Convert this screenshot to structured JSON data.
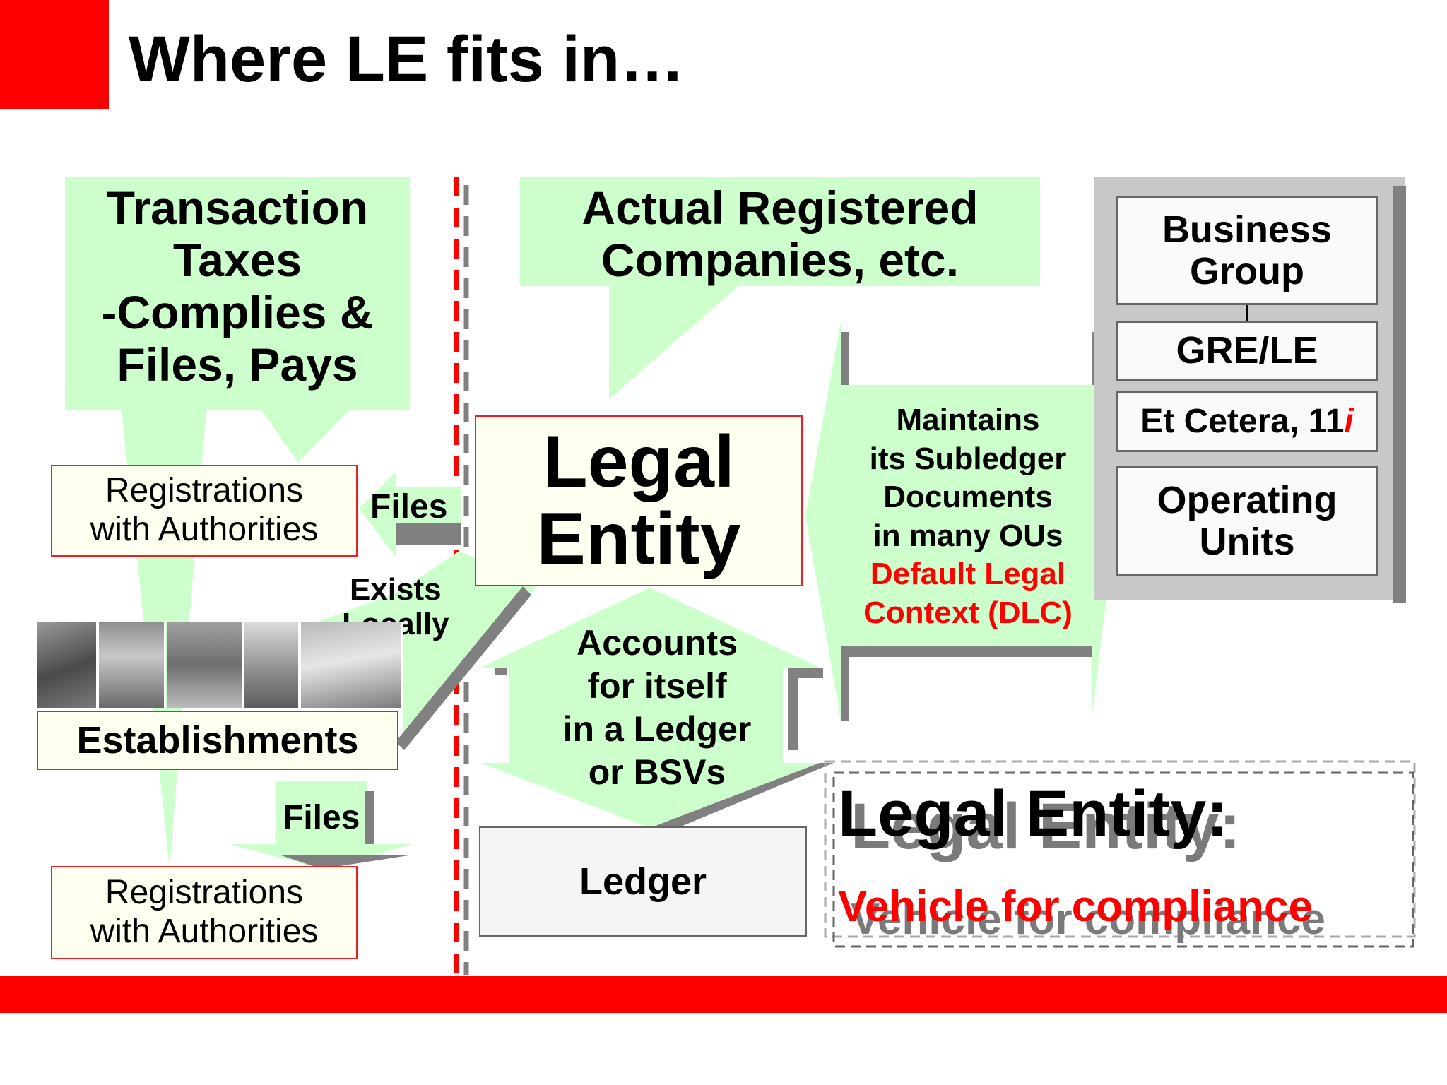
{
  "slide": {
    "title": "Where LE fits in…",
    "accent_color": "#ff0000",
    "callout_color": "#ccffcc"
  },
  "left": {
    "callout": [
      "Transaction",
      "Taxes",
      "-Complies &",
      "Files, Pays"
    ],
    "registrations_top": [
      "Registrations",
      "with Authorities"
    ],
    "registrations_bottom": [
      "Registrations",
      "with Authorities"
    ],
    "files_label_top": "Files",
    "files_label_bottom": "Files",
    "exists_locally": [
      "Exists",
      "Locally"
    ],
    "establishments": "Establishments",
    "photos": [
      "golden-gate-bridge",
      "statue-of-liberty",
      "capitol-building",
      "eiffel-tower",
      "sydney-opera-house"
    ]
  },
  "center": {
    "callout": [
      "Actual Registered",
      "Companies, etc."
    ],
    "legal_entity": [
      "Legal",
      "Entity"
    ],
    "accounts": [
      "Accounts",
      "for itself",
      "in a Ledger",
      "or BSVs"
    ],
    "ledger": "Ledger"
  },
  "right": {
    "maintains": [
      "Maintains",
      "its Subledger",
      "Documents",
      "in many OUs"
    ],
    "dlc": [
      "Default Legal",
      "Context (DLC)"
    ],
    "stack": {
      "business_group": [
        "Business",
        "Group"
      ],
      "gre_le": "GRE/LE",
      "etcetera": "Et Cetera, 11",
      "etcetera_suffix": "i",
      "operating_units": [
        "Operating",
        "Units"
      ]
    },
    "summary_heading": "Legal Entity:",
    "summary_sub": "Vehicle for compliance"
  }
}
